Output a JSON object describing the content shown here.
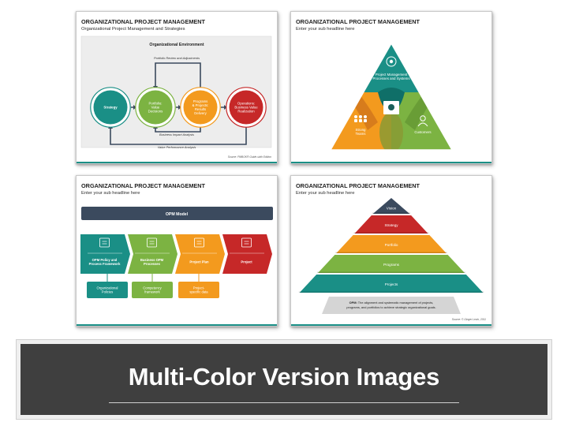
{
  "colors": {
    "teal": "#1a8f86",
    "green": "#7cb342",
    "orange": "#f39a1e",
    "red": "#c62828",
    "navy": "#3b4a5e",
    "gray_bg": "#ededed",
    "banner": "#3f3f3f"
  },
  "slide1": {
    "title": "ORGANIZATIONAL PROJECT MANAGEMENT",
    "subtitle": "Organizational Project Management and Strategies",
    "panel_title": "Organizational Environment",
    "top_label": "Portfolio Review and Adjustments",
    "mid_label": "Business Impact Analysis",
    "bottom_label": "Value Performance Analysis",
    "circles": [
      {
        "lines": [
          "Strategy"
        ],
        "color": "#1a8f86"
      },
      {
        "lines": [
          "Portfolio:",
          "Value",
          "Decisions"
        ],
        "color": "#7cb342"
      },
      {
        "lines": [
          "Programs",
          "& Projects:",
          "Results",
          "Delivery"
        ],
        "color": "#f39a1e"
      },
      {
        "lines": [
          "Operations:",
          "Business Value",
          "Realization"
        ],
        "color": "#c62828"
      }
    ],
    "source": "Source: PMBOK® Guide-sixth Edition"
  },
  "slide2": {
    "title": "ORGANIZATIONAL PROJECT MANAGEMENT",
    "subtitle": "Enter your sub headline here",
    "top_lines": [
      "Project Management",
      "Processes and Systems"
    ],
    "left_lines": [
      "Strong",
      "Teams"
    ],
    "right_label": "Customers"
  },
  "slide3": {
    "title": "ORGANIZATIONAL PROJECT MANAGEMENT",
    "subtitle": "Enter your sub headline here",
    "model_label": "OPM Model",
    "chevrons": [
      {
        "lines": [
          "OPM Policy and",
          "Process Framework"
        ],
        "color": "#1a8f86",
        "icon": "policy-icon"
      },
      {
        "lines": [
          "Business OPM",
          "Processes"
        ],
        "color": "#7cb342",
        "icon": "team-icon"
      },
      {
        "lines": [
          "Project Plan"
        ],
        "color": "#f39a1e",
        "icon": "plan-icon"
      },
      {
        "lines": [
          "Project"
        ],
        "color": "#c62828",
        "icon": "document-icon"
      }
    ],
    "subboxes": [
      {
        "lines": [
          "Organizational",
          "Policies"
        ],
        "color": "#1a8f86"
      },
      {
        "lines": [
          "Competency",
          "framework"
        ],
        "color": "#7cb342"
      },
      {
        "lines": [
          "Project-",
          "specific data"
        ],
        "color": "#f39a1e"
      }
    ]
  },
  "slide4": {
    "title": "ORGANIZATIONAL PROJECT MANAGEMENT",
    "subtitle": "Enter your sub headline here",
    "levels": [
      {
        "label": "Vision",
        "color": "#3b4a5e"
      },
      {
        "label": "Strategy",
        "color": "#c62828"
      },
      {
        "label": "Portfolio",
        "color": "#f39a1e"
      },
      {
        "label": "Programs",
        "color": "#7cb342"
      },
      {
        "label": "Projects",
        "color": "#1a8f86"
      }
    ],
    "opm_lines": [
      {
        "bold": "OPM:",
        "text": " The alignment and systematic management of projects,"
      },
      {
        "bold": "",
        "text": "programs, and portfolios to achieve strategic organizational goals."
      }
    ],
    "source": "Source: © Ginger Levin, 2011"
  },
  "banner": {
    "title": "Multi-Color Version Images"
  }
}
